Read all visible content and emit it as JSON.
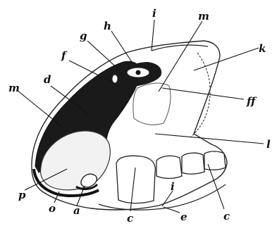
{
  "diagram": {
    "labels": {
      "a": "a",
      "c1": "c",
      "c2": "c",
      "d": "d",
      "e": "e",
      "f": "f",
      "ff": "ff",
      "g": "g",
      "h": "h",
      "i1": "i",
      "i2": "i",
      "k": "k",
      "l": "l",
      "m1": "m",
      "m2": "m",
      "o": "o",
      "p": "p"
    }
  }
}
